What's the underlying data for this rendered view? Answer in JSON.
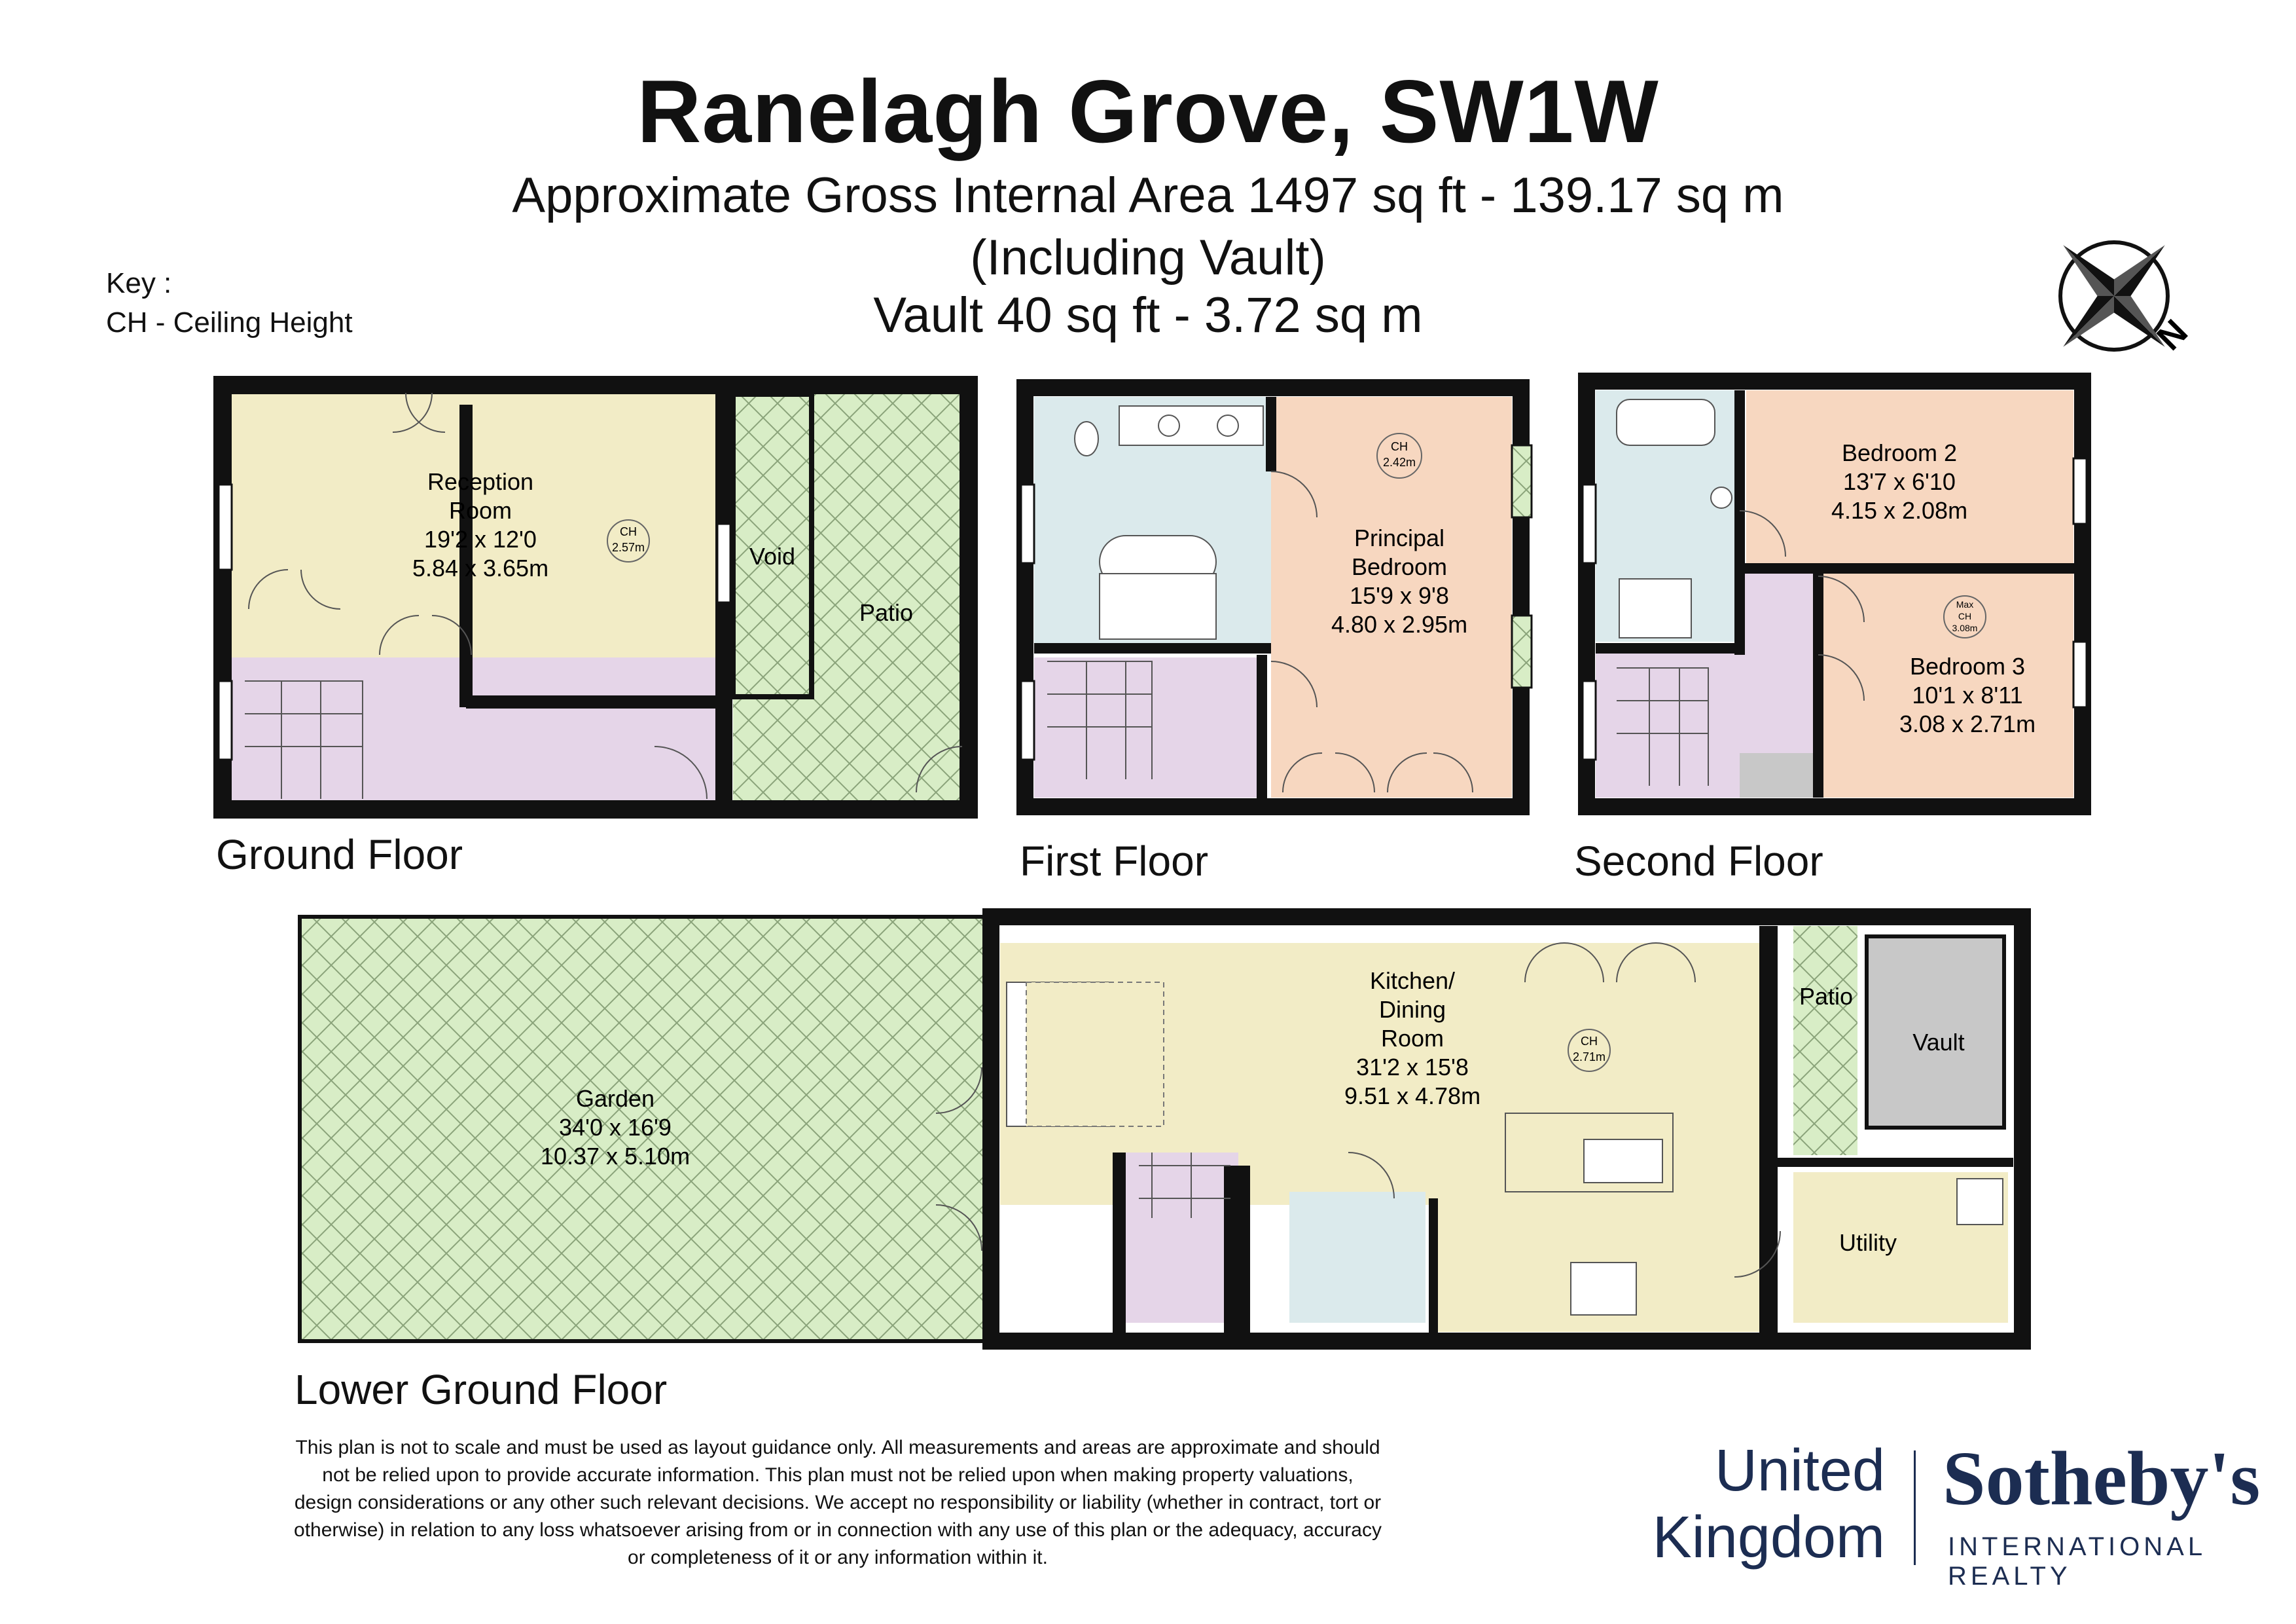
{
  "header": {
    "title": "Ranelagh Grove, SW1W",
    "area_line": "Approximate Gross Internal Area 1497 sq ft - 139.17 sq m",
    "including_line": "(Including Vault)",
    "vault_line": "Vault 40 sq ft - 3.72 sq m"
  },
  "key": {
    "heading": "Key :",
    "item": "CH - Ceiling Height"
  },
  "compass": {
    "label": "N",
    "icon": "compass-rose-icon"
  },
  "colors": {
    "wall": "#111111",
    "reception": "#f2ecc6",
    "hall": "#e5d5e8",
    "bath": "#dbeaec",
    "bedroom": "#f7d7c0",
    "outdoor": "#d8edc6",
    "vault": "#c8c8c8",
    "brand": "#1c2d52"
  },
  "floors": {
    "ground": {
      "label": "Ground Floor",
      "reception": {
        "name1": "Reception",
        "name2": "Room",
        "imperial": "19'2 x 12'0",
        "metric": "5.84 x 3.65m"
      },
      "ch": {
        "label": "CH",
        "value": "2.57m"
      },
      "void": "Void",
      "patio": "Patio"
    },
    "first": {
      "label": "First Floor",
      "principal": {
        "name1": "Principal",
        "name2": "Bedroom",
        "imperial": "15'9 x 9'8",
        "metric": "4.80 x 2.95m"
      },
      "ch": {
        "label": "CH",
        "value": "2.42m"
      }
    },
    "second": {
      "label": "Second Floor",
      "bedroom2": {
        "name": "Bedroom 2",
        "imperial": "13'7 x 6'10",
        "metric": "4.15 x 2.08m"
      },
      "bedroom3": {
        "name": "Bedroom 3",
        "imperial": "10'1 x 8'11",
        "metric": "3.08 x 2.71m"
      },
      "ch": {
        "label1": "Max",
        "label2": "CH",
        "value": "3.08m"
      }
    },
    "lower": {
      "label": "Lower Ground Floor",
      "garden": {
        "name": "Garden",
        "imperial": "34'0 x 16'9",
        "metric": "10.37 x 5.10m"
      },
      "kitchen": {
        "name1": "Kitchen/",
        "name2": "Dining",
        "name3": "Room",
        "imperial": "31'2 x 15'8",
        "metric": "9.51 x 4.78m"
      },
      "ch": {
        "label": "CH",
        "value": "2.71m"
      },
      "patio": "Patio",
      "vault": "Vault",
      "utility": "Utility"
    }
  },
  "disclaimer": [
    "This plan is not to scale and must be used as layout guidance only. All measurements and areas are approximate and should",
    "not be relied upon to provide accurate information. This plan must not be relied upon when making property valuations,",
    "design considerations or any other such relevant decisions. We accept no responsibility or liability (whether in contract, tort or",
    "otherwise) in relation to any loss whatsoever arising from or in connection with any use of this plan or the adequacy, accuracy",
    "or completeness of it or any information within it."
  ],
  "brand": {
    "region1": "United",
    "region2": "Kingdom",
    "name": "Sotheby's",
    "tagline": "INTERNATIONAL REALTY"
  }
}
